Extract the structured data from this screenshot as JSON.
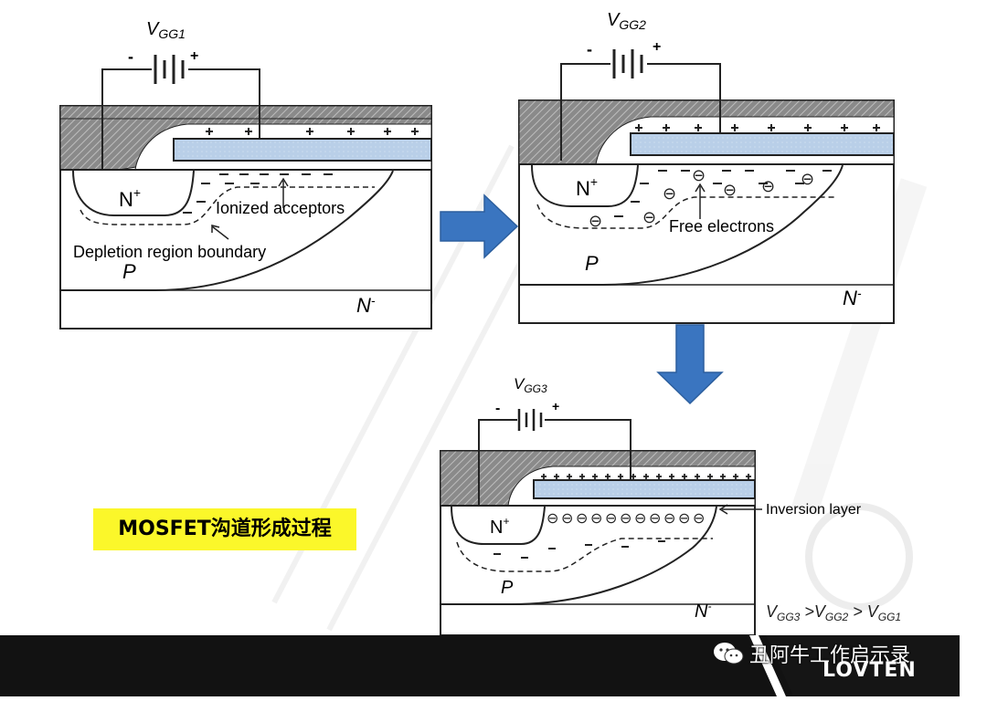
{
  "caption": "MOSFET沟道形成过程",
  "wm_handle": "丑阿牛工作启示录",
  "brand_logo": "LOVTEN",
  "labels": {
    "vgg1": "V",
    "vgg1_sub": "GG1",
    "vgg2": "V",
    "vgg2_sub": "GG2",
    "vgg3": "V",
    "vgg3_sub": "GG3",
    "minus": "-",
    "plus": "+",
    "n_plus": "N",
    "n_plus_sup": "+",
    "p": "P",
    "n_minus": "N",
    "n_minus_sup": "-",
    "ionized_acceptors": "Ionized acceptors",
    "depletion_boundary": "Depletion region boundary",
    "free_electrons": "Free electrons",
    "inversion_layer": "Inversion layer",
    "relation": [
      "V",
      "GG3",
      " >V",
      "GG2",
      " > V",
      "GG1"
    ],
    "electron_symbol": "⊖"
  },
  "colors": {
    "oxide": "#b9cfe8",
    "metal": "#888888",
    "arrow": "#3a75c0",
    "highlight": "#fbf72a",
    "footer": "#121212"
  },
  "icons": [
    "wechat-icon",
    "flow-arrow-right",
    "flow-arrow-down",
    "battery-icon",
    "registered-watermark"
  ]
}
